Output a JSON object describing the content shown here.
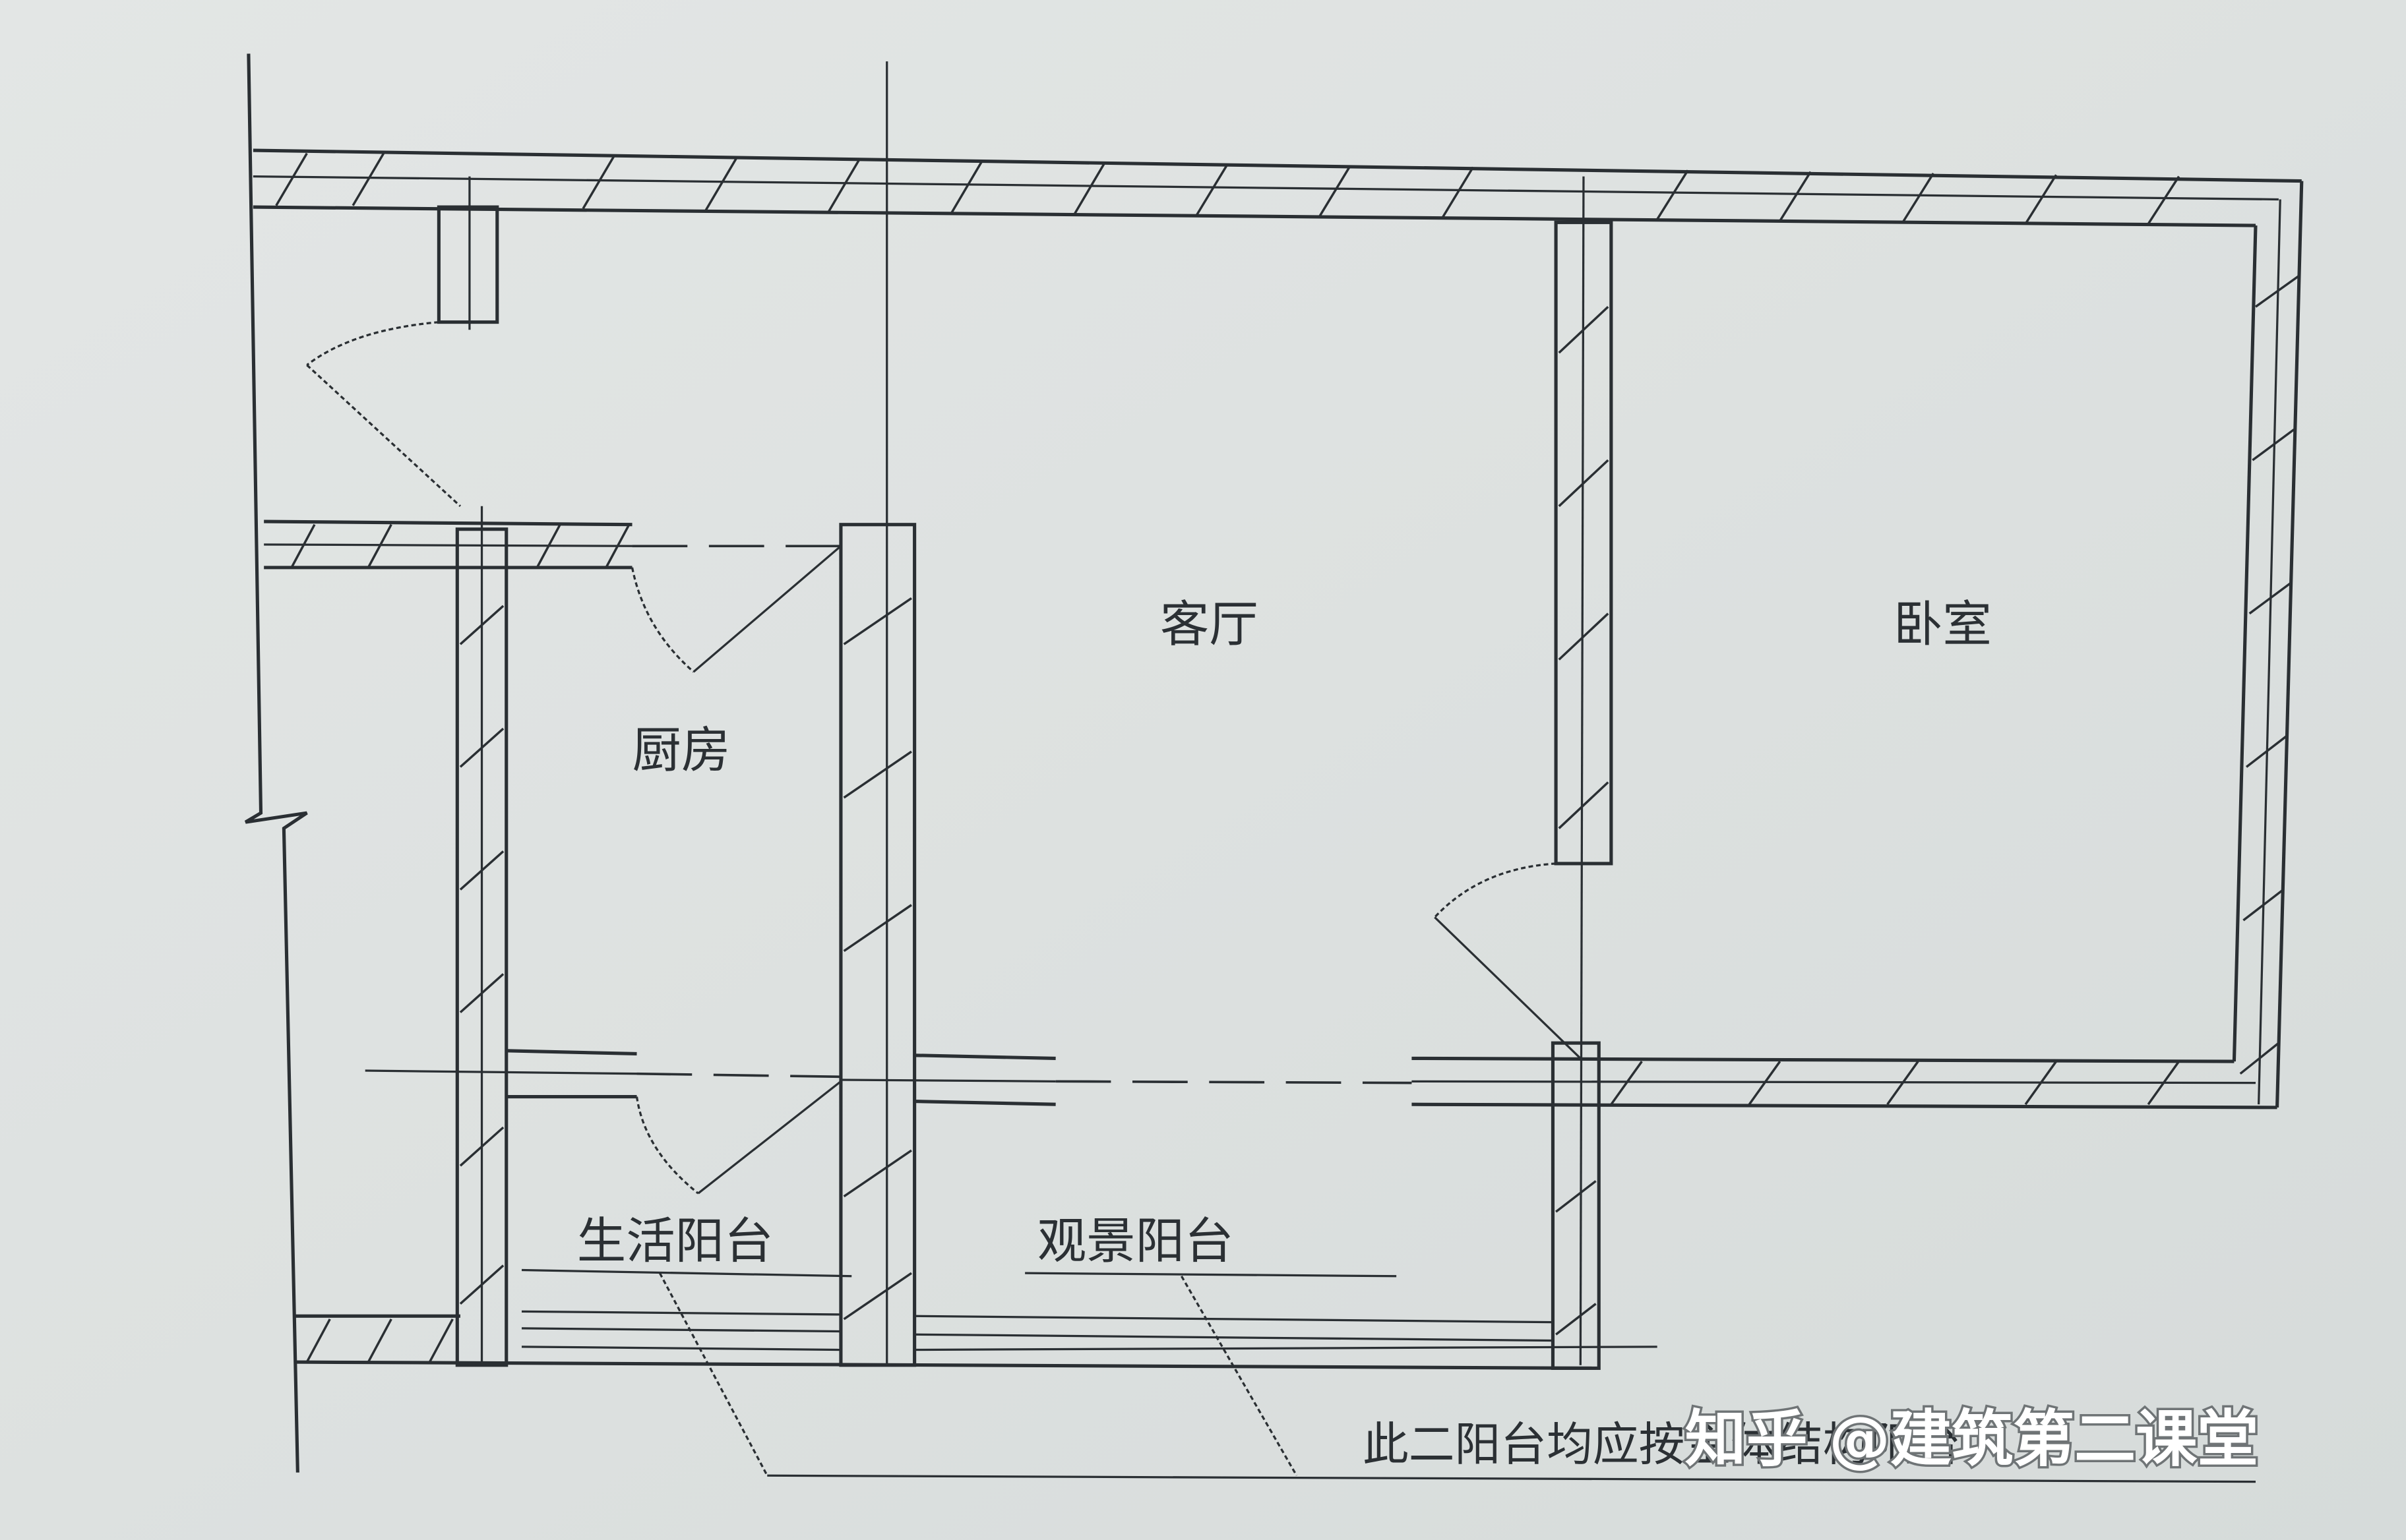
{
  "drawing": {
    "title": "",
    "type": "floor-plan",
    "rooms": [
      {
        "id": "kitchen",
        "label": "厨房"
      },
      {
        "id": "living",
        "label": "客厅"
      },
      {
        "id": "bedroom",
        "label": "卧室"
      },
      {
        "id": "service_balcony",
        "label": "生活阳台"
      },
      {
        "id": "view_balcony",
        "label": "观景阳台"
      }
    ],
    "note": "此二阳台均应按主体结构阳台",
    "watermark": "知乎 @建筑第二课堂"
  },
  "colors": {
    "paper": "#dfe3e2",
    "ink": "#2a2f33",
    "watermark": "#ffffff"
  }
}
